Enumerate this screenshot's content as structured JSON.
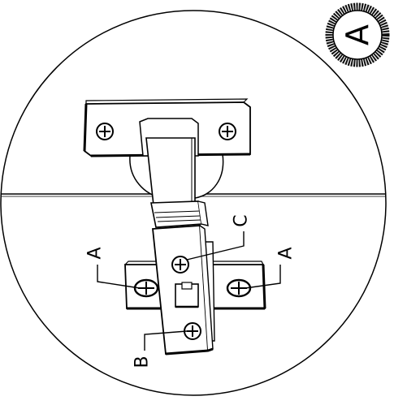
{
  "badge": {
    "letter": "A"
  },
  "callouts": {
    "left_screw": "A",
    "right_screw": "A",
    "center_top_screw": "C",
    "bottom_screw": "B"
  },
  "colors": {
    "line": "#000000",
    "background": "#ffffff",
    "badge_ring": "#111111"
  },
  "icons": {
    "screw": "phillips-screw-icon"
  }
}
